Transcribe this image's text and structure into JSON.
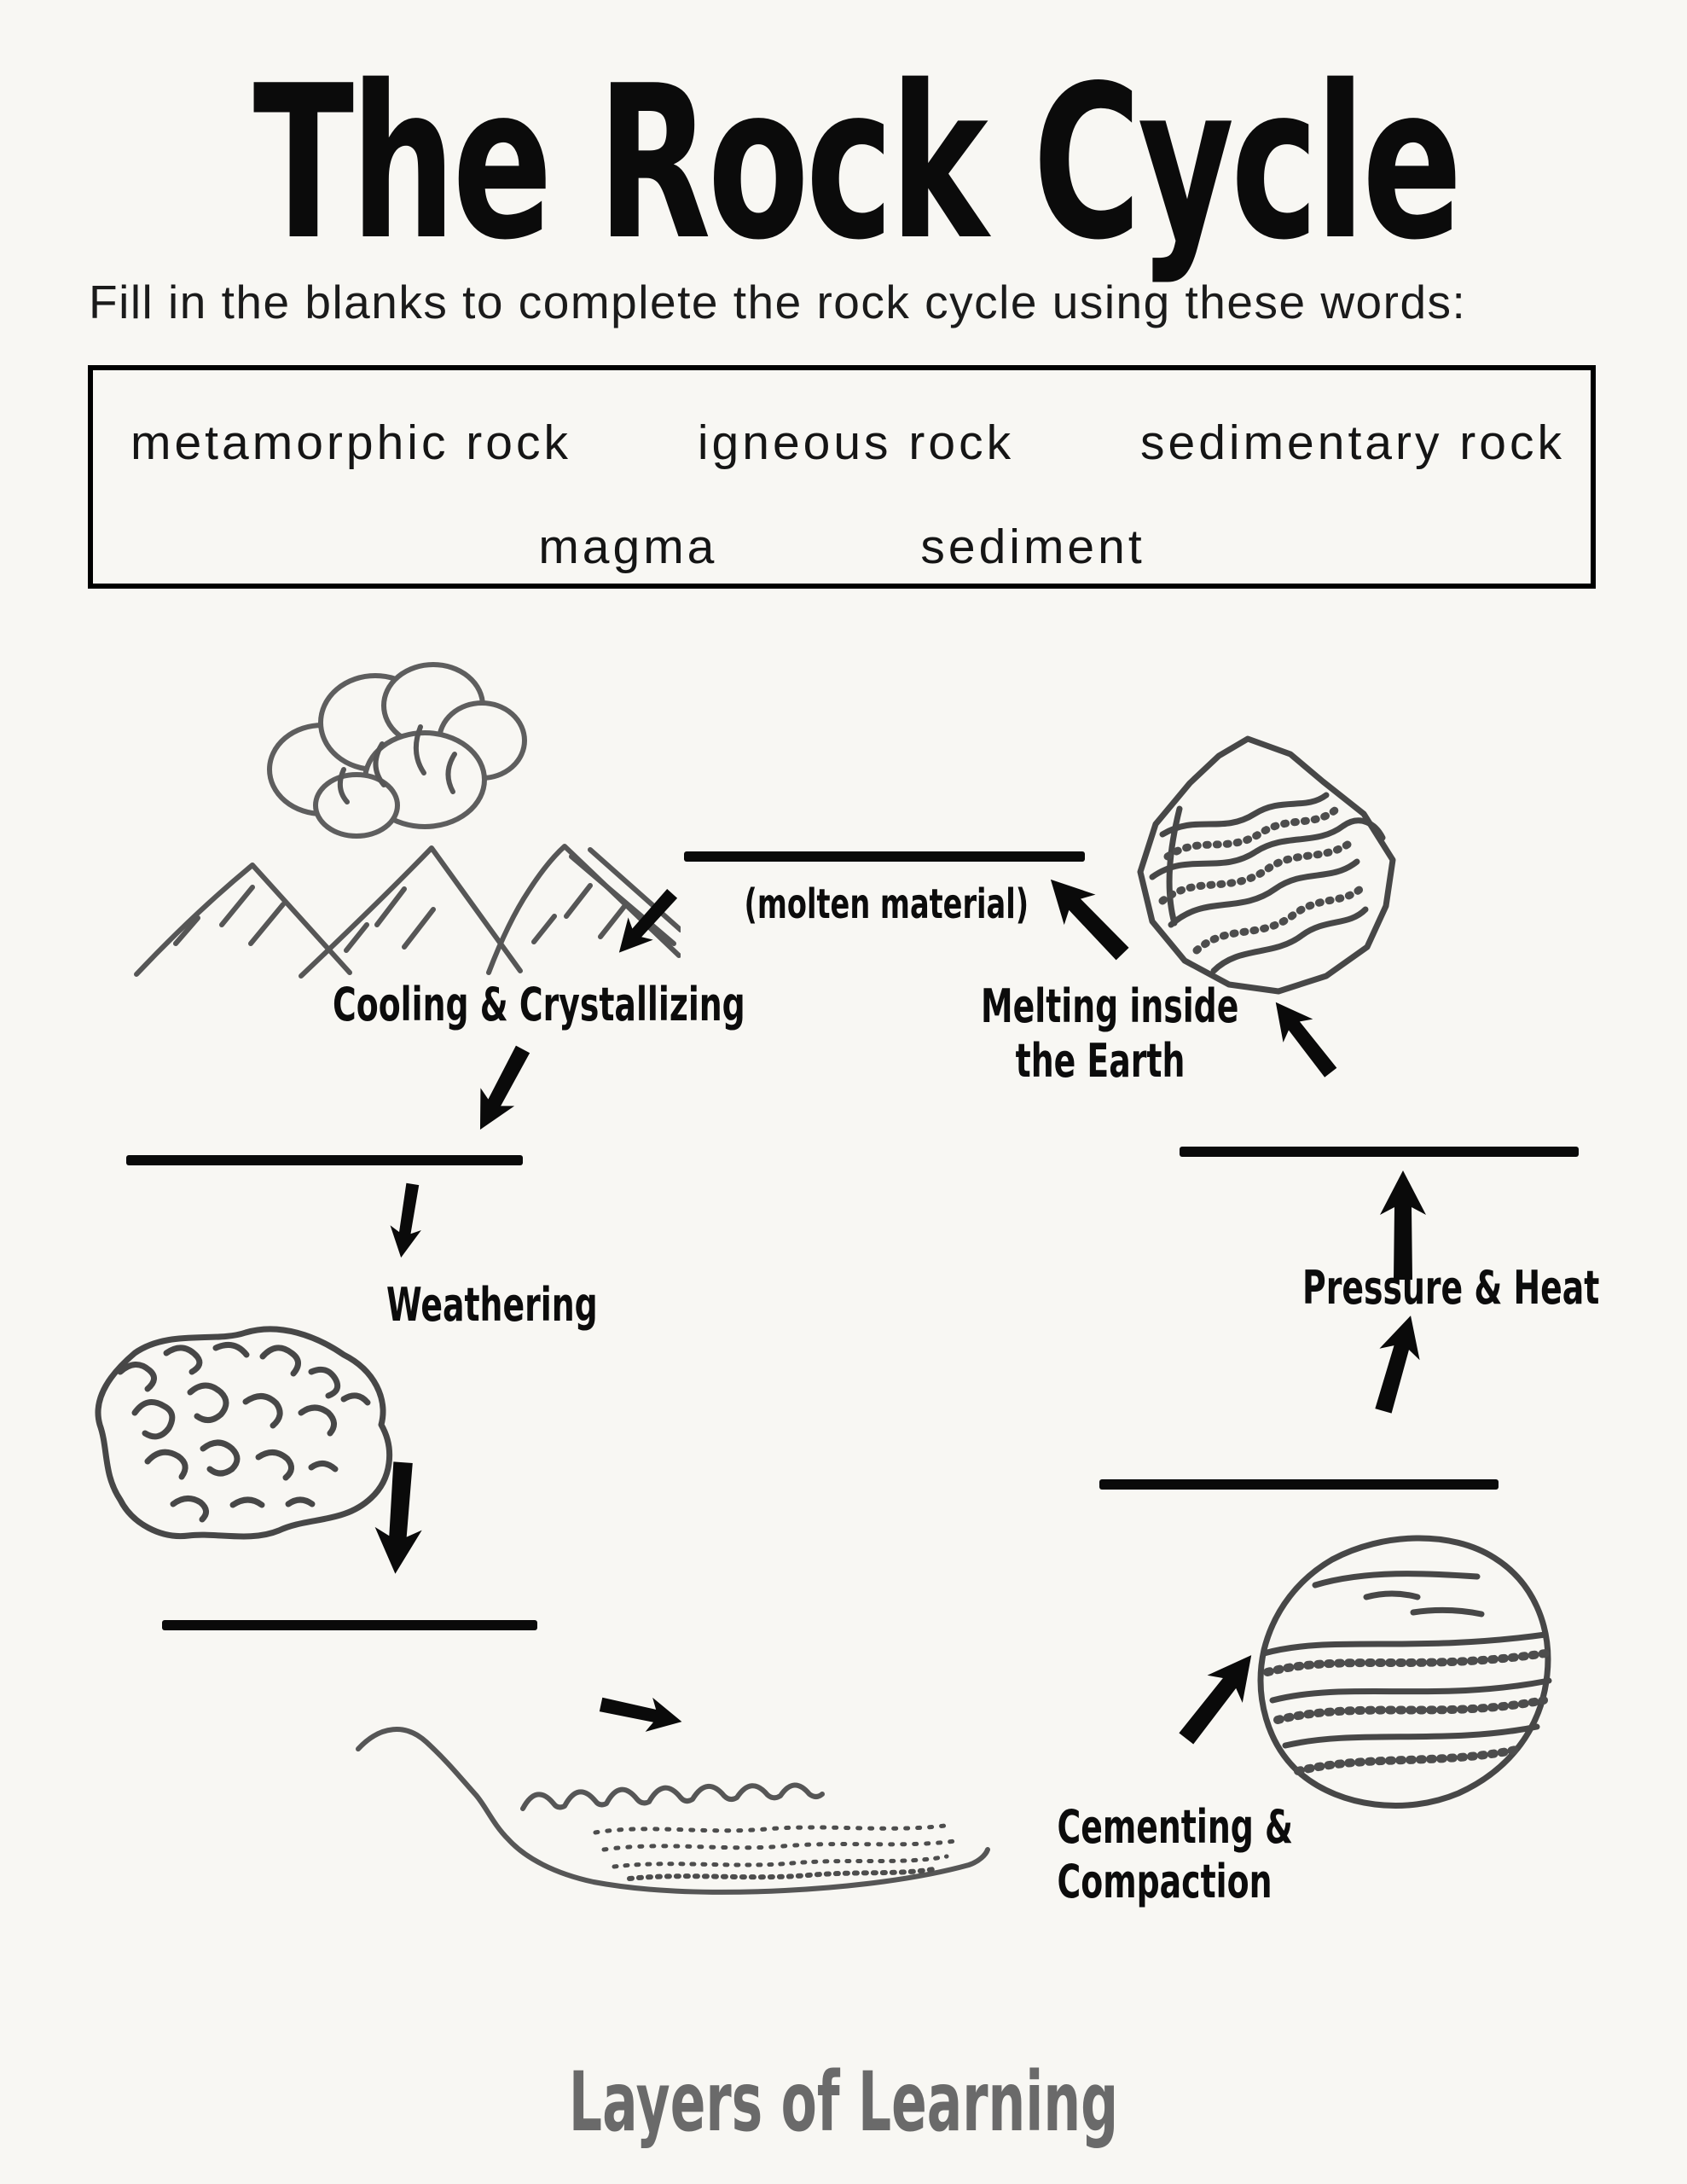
{
  "page": {
    "title": "The Rock Cycle",
    "instructions": "Fill in the blanks to complete the rock cycle using these words:",
    "credit": "Layers of Learning"
  },
  "word_bank": {
    "row1": [
      "metamorphic rock",
      "igneous rock",
      "sedimentary rock"
    ],
    "row2": [
      "magma",
      "sediment"
    ]
  },
  "diagram": {
    "magma_hint": "(molten material)",
    "labels": {
      "cooling": "Cooling & Crystallizing",
      "melting_line1": "Melting inside",
      "melting_line2": "the Earth",
      "weathering": "Weathering",
      "pressure": "Pressure & Heat",
      "cementing_line1": "Cementing &",
      "cementing_line2": "Compaction"
    },
    "blanks_count": 5,
    "drawings": [
      "volcano-mountains-sketch",
      "metamorphic-rock-sketch",
      "igneous-rock-sketch",
      "sedimentary-rock-sketch",
      "water-sediment-basin-sketch"
    ],
    "arrow_icons": [
      "arrow-volcano-to-cooling",
      "arrow-cooling-to-igneous-blank",
      "arrow-igneous-blank-to-weathering",
      "arrow-igneous-rock-to-sediment-blank",
      "arrow-sediment-blank-to-basin",
      "arrow-basin-to-sedimentary-rock",
      "arrow-sedimentary-blank-to-pressure",
      "arrow-pressure-to-metamorphic-blank",
      "arrow-metamorphic-blank-to-rock",
      "arrow-metamorphic-rock-to-magma-blank"
    ],
    "colors": {
      "ink": "#0a0a0a",
      "sketch_gray": "#565656",
      "paper": "#f8f7f3",
      "credit_gray": "#6a6a6a"
    }
  }
}
